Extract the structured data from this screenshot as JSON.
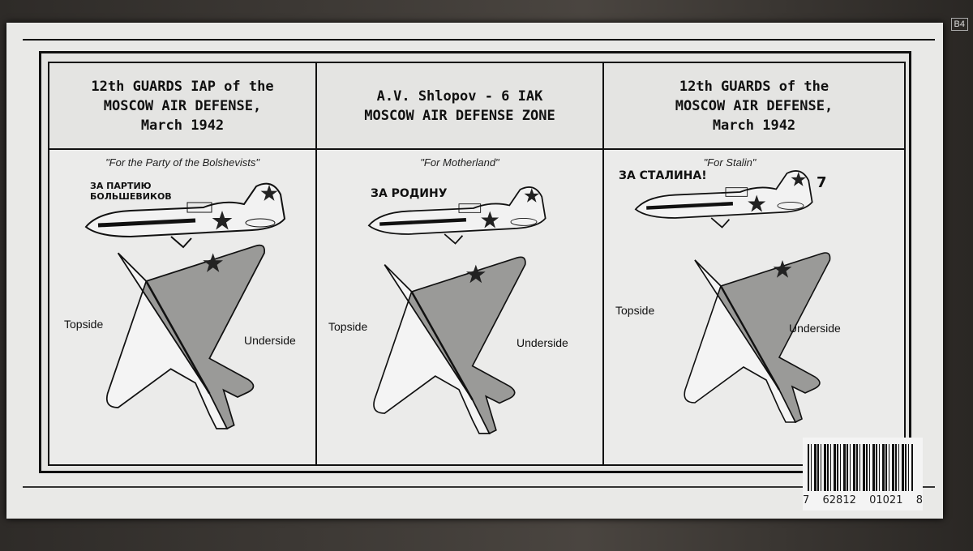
{
  "corner_label": "B4",
  "panels": [
    {
      "title_lines": [
        "12th GUARDS  IAP of the",
        "MOSCOW AIR DEFENSE,",
        "March 1942"
      ],
      "motto": "\"For the Party of the Bolshevists\"",
      "cyrillic_lines": [
        "ЗА ПАРТИЮ",
        "БОЛЬШЕВИКОВ"
      ],
      "topside_label": "Topside",
      "underside_label": "Underside"
    },
    {
      "title_lines": [
        "A.V. Shlopov -  6 IAK",
        "MOSCOW AIR DEFENSE ZONE",
        ""
      ],
      "motto": "\"For Motherland\"",
      "cyrillic_lines": [
        "ЗА РОДИНУ",
        ""
      ],
      "topside_label": "Topside",
      "underside_label": "Underside"
    },
    {
      "title_lines": [
        "12th GUARDS of the",
        "MOSCOW AIR DEFENSE,",
        "March 1942"
      ],
      "motto": "\"For Stalin\"",
      "cyrillic_lines": [
        "ЗА СТАЛИНА!",
        ""
      ],
      "tail_number": "7",
      "topside_label": "Topside",
      "underside_label": "Underside"
    }
  ],
  "barcode": {
    "digits": [
      "7",
      "62812",
      "01021",
      "8"
    ]
  },
  "colors": {
    "star": "#222222",
    "underside": "#9a9a98",
    "box": "#e9e9e7"
  }
}
